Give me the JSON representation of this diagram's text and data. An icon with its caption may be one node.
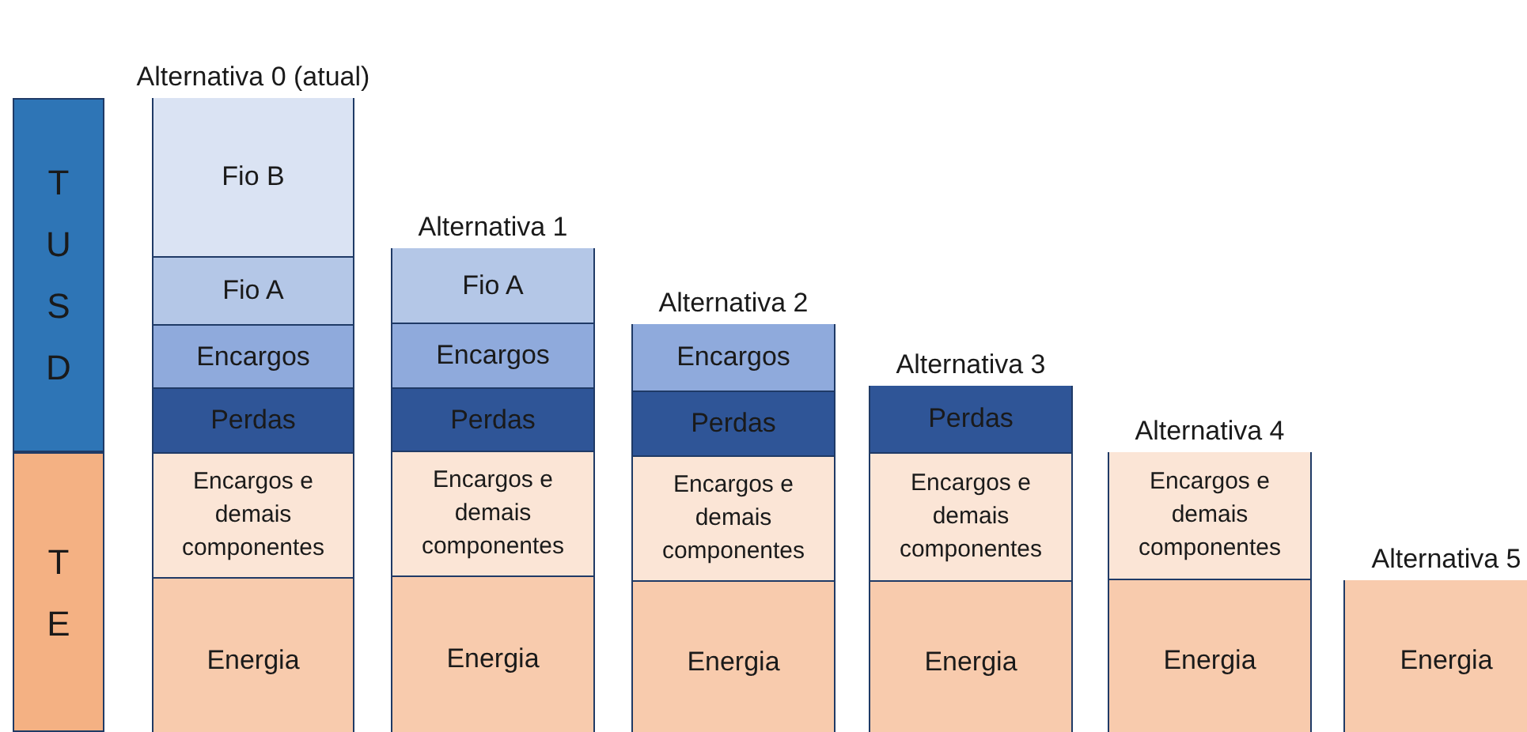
{
  "diagram": {
    "nodes": [
      {
        "text": [
          "TUSD"
        ]
      },
      {
        "text": [
          "TE"
        ]
      },
      {
        "text": [
          "Alternativa 0 (atual)"
        ]
      },
      {
        "text": [
          "Fio B"
        ],
        "in": 2
      },
      {
        "text": [
          "Fio A"
        ],
        "in": 2
      },
      {
        "text": [
          "Encargos"
        ],
        "in": 2
      },
      {
        "text": [
          "Perdas"
        ],
        "in": 2
      },
      {
        "text": [
          "Encargos e demais componentes"
        ],
        "in": 2
      },
      {
        "text": [
          "Energia"
        ],
        "in": 2
      },
      {
        "text": [
          "Alternativa 1"
        ]
      },
      {
        "text": [
          "Fio A"
        ],
        "in": 9
      },
      {
        "text": [
          "Encargos"
        ],
        "in": 9
      },
      {
        "text": [
          "Perdas"
        ],
        "in": 9
      },
      {
        "text": [
          "Encargos e demais componentes"
        ],
        "in": 9
      },
      {
        "text": [
          "Energia"
        ],
        "in": 9
      },
      {
        "text": [
          "Alternativa 2"
        ]
      },
      {
        "text": [
          "Encargos"
        ],
        "in": 15
      },
      {
        "text": [
          "Perdas"
        ],
        "in": 15
      },
      {
        "text": [
          "Encargos e demais componentes"
        ],
        "in": 15
      },
      {
        "text": [
          "Energia"
        ],
        "in": 15
      },
      {
        "text": [
          "Alternativa 3"
        ]
      },
      {
        "text": [
          "Perdas"
        ],
        "in": 20
      },
      {
        "text": [
          "Encargos e demais componentes"
        ],
        "in": 20
      },
      {
        "text": [
          "Energia"
        ],
        "in": 20
      },
      {
        "text": [
          "Alternativa 4"
        ]
      },
      {
        "text": [
          "Encargos e demais componentes"
        ],
        "in": 24
      },
      {
        "text": [
          "Energia"
        ],
        "in": 24
      },
      {
        "text": [
          "Alternativa 5"
        ]
      },
      {
        "text": [
          "Energia"
        ],
        "in": 27
      }
    ]
  }
}
